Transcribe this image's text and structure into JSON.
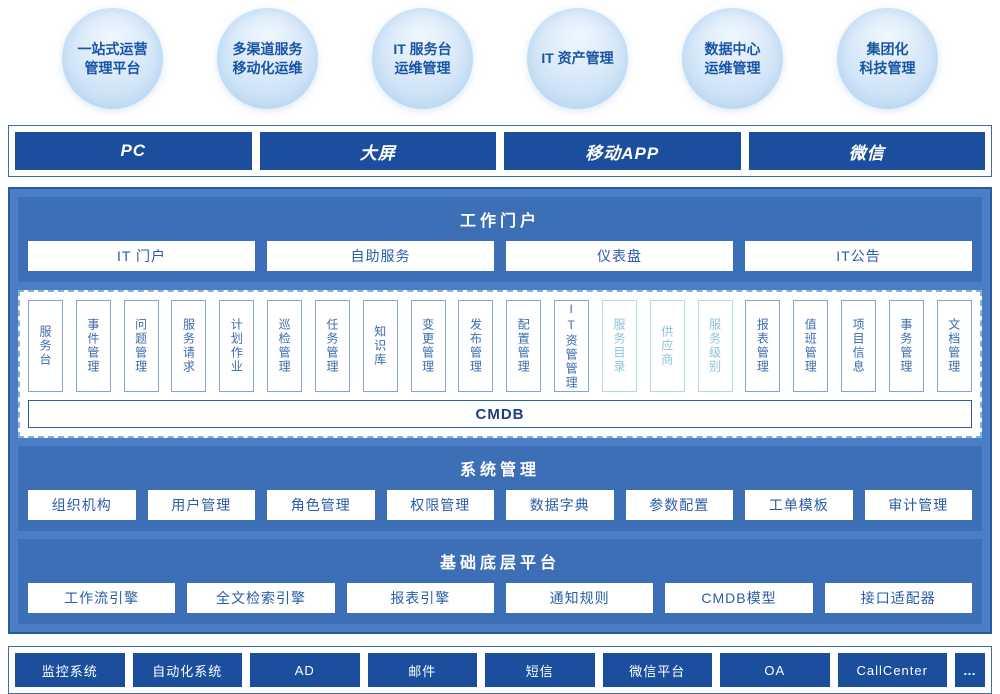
{
  "colors": {
    "primary_dark_blue": "#1b4f9e",
    "container_blue": "#4a7ec5",
    "panel_blue": "#3d6fb7",
    "accent_border": "#2a5a9e",
    "module_text_blue": "#3a6cb0",
    "module_light_blue": "#8cc3dd",
    "bubble_text_blue": "#1a55a5"
  },
  "bubbles": [
    {
      "line1": "一站式运营",
      "line2": "管理平台"
    },
    {
      "line1": "多渠道服务",
      "line2": "移动化运维"
    },
    {
      "line1": "IT 服务台",
      "line2": "运维管理"
    },
    {
      "line1": "IT 资产管理",
      "line2": ""
    },
    {
      "line1": "数据中心",
      "line2": "运维管理"
    },
    {
      "line1": "集团化",
      "line2": "科技管理"
    }
  ],
  "channels": [
    "PC",
    "大屏",
    "移动APP",
    "微信"
  ],
  "portal": {
    "title": "工作门户",
    "items": [
      "IT 门户",
      "自助服务",
      "仪表盘",
      "IT公告"
    ]
  },
  "modules": {
    "items": [
      {
        "label": "服务台",
        "variant": "normal"
      },
      {
        "label": "事件管理",
        "variant": "normal"
      },
      {
        "label": "问题管理",
        "variant": "normal"
      },
      {
        "label": "服务请求",
        "variant": "normal"
      },
      {
        "label": "计划作业",
        "variant": "normal"
      },
      {
        "label": "巡检管理",
        "variant": "normal"
      },
      {
        "label": "任务管理",
        "variant": "normal"
      },
      {
        "label": "知识库",
        "variant": "normal"
      },
      {
        "label": "变更管理",
        "variant": "normal"
      },
      {
        "label": "发布管理",
        "variant": "normal"
      },
      {
        "label": "配置管理",
        "variant": "normal"
      },
      {
        "label": "IT资管管理",
        "variant": "normal"
      },
      {
        "label": "服务目录",
        "variant": "light"
      },
      {
        "label": "供应商",
        "variant": "light"
      },
      {
        "label": "服务级别",
        "variant": "light"
      },
      {
        "label": "报表管理",
        "variant": "normal"
      },
      {
        "label": "值班管理",
        "variant": "normal"
      },
      {
        "label": "项目信息",
        "variant": "normal"
      },
      {
        "label": "事务管理",
        "variant": "normal"
      },
      {
        "label": "文档管理",
        "variant": "normal"
      }
    ],
    "cmdb_label": "CMDB"
  },
  "system": {
    "title": "系统管理",
    "items": [
      "组织机构",
      "用户管理",
      "角色管理",
      "权限管理",
      "数据字典",
      "参数配置",
      "工单模板",
      "审计管理"
    ]
  },
  "platform": {
    "title": "基础底层平台",
    "items": [
      "工作流引擎",
      "全文检索引擎",
      "报表引擎",
      "通知规则",
      "CMDB模型",
      "接口适配器"
    ]
  },
  "integrations": [
    "监控系统",
    "自动化系统",
    "AD",
    "邮件",
    "短信",
    "微信平台",
    "OA",
    "CallCenter",
    "…"
  ]
}
